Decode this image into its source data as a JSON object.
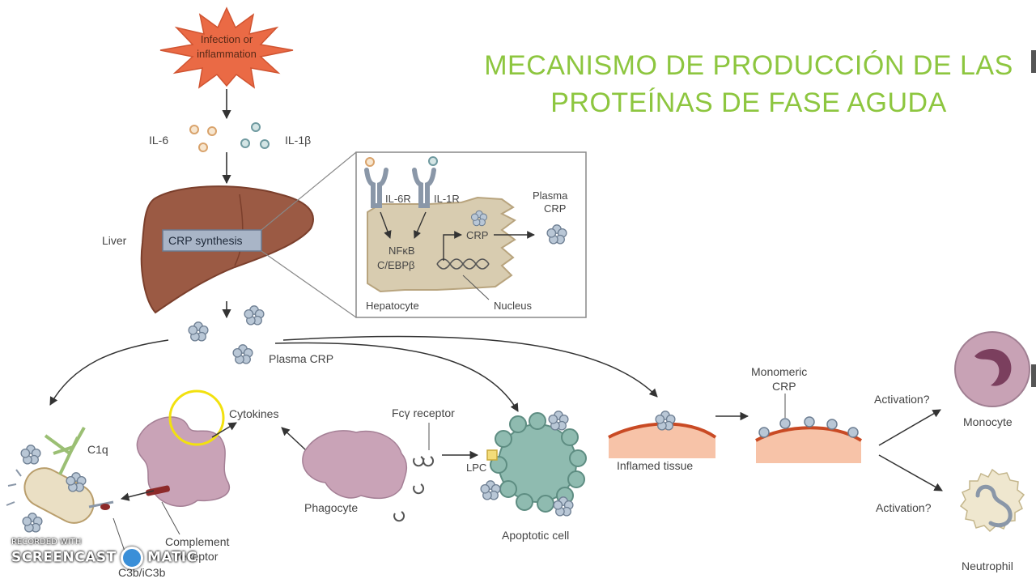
{
  "title_line1": "MECANISMO DE PRODUCCIÓN DE LAS",
  "title_line2": "PROTEÍNAS DE FASE AGUDA",
  "labels": {
    "infection_1": "Infection or",
    "infection_2": "inflammation",
    "il6": "IL-6",
    "il1b": "IL-1β",
    "liver": "Liver",
    "crp_synthesis": "CRP synthesis",
    "il6r": "IL-6R",
    "il1r": "IL-1R",
    "nfkb": "NFκB",
    "cebp": "C/EBPβ",
    "crp_inset": "CRP",
    "plasma_crp_inset_1": "Plasma",
    "plasma_crp_inset_2": "CRP",
    "hepatocyte": "Hepatocyte",
    "nucleus": "Nucleus",
    "plasma_crp": "Plasma CRP",
    "c1q": "C1q",
    "cytokines": "Cytokines",
    "fcy_receptor": "Fcγ receptor",
    "lpc": "LPC",
    "phagocyte": "Phagocyte",
    "complement_1": "Complement",
    "complement_2": "receptor",
    "c3b": "C3b/iC3b",
    "apoptotic_cell": "Apoptotic cell",
    "inflamed_tissue": "Inflamed tissue",
    "monomeric_1": "Monomeric",
    "monomeric_2": "CRP",
    "activation_1": "Activation?",
    "activation_2": "Activation?",
    "monocyte": "Monocyte",
    "neutrophil": "Neutrophil"
  },
  "watermark": {
    "line1": "RECORDED WITH",
    "line2": "SCREENCAST",
    "line3": "MATIC"
  },
  "colors": {
    "title": "#8dc63f",
    "liver": "#9b5a44",
    "starburst": "#e8603c",
    "crp_pentamer": "#b9c7d6",
    "highlight_circle": "#f2e10f"
  }
}
